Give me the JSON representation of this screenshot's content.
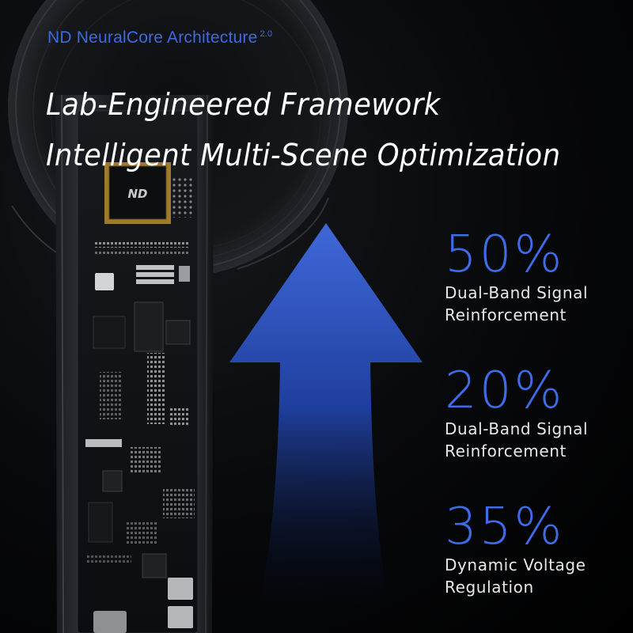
{
  "header": {
    "brand": "ND NeuralCore Architecture",
    "version": "2.0",
    "headline_line1": "Lab-Engineered Framework",
    "headline_line2": "Intelligent Multi-Scene Optimization"
  },
  "chip": {
    "logo_text": "ND"
  },
  "stats": [
    {
      "value": "50%",
      "label_line1": "Dual-Band Signal",
      "label_line2": "Reinforcement"
    },
    {
      "value": "20%",
      "label_line1": "Dual-Band Signal",
      "label_line2": "Reinforcement"
    },
    {
      "value": "35%",
      "label_line1": "Dynamic Voltage",
      "label_line2": "Regulation"
    }
  ],
  "colors": {
    "accent_blue": "#3d6ce8",
    "arrow_blue": "#2f56c4",
    "background": "#000000",
    "text_white": "#ffffff"
  },
  "icons": {
    "arrow": "upward-arrow-icon",
    "chip": "processor-chip-icon"
  }
}
